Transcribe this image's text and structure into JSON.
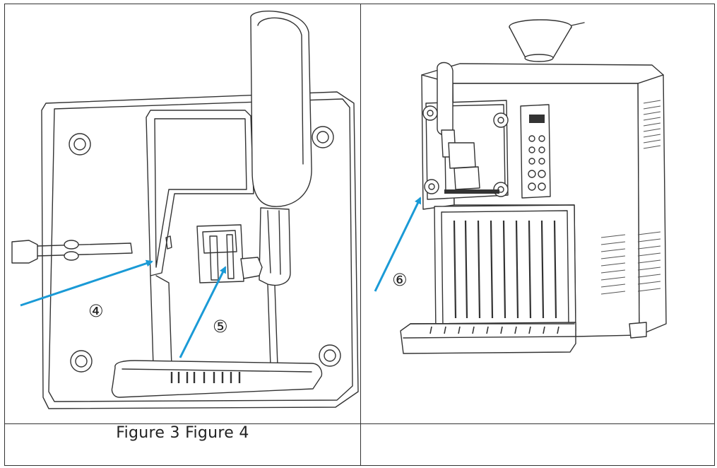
{
  "table": {
    "caption_left": "Figure 3 Figure 4",
    "caption_right": ""
  },
  "figure3": {
    "callouts": [
      "④",
      "⑤"
    ]
  },
  "figure4": {
    "callouts": [
      "⑥"
    ]
  },
  "colors": {
    "arrow": "#1a9ad6",
    "line": "#333333"
  }
}
